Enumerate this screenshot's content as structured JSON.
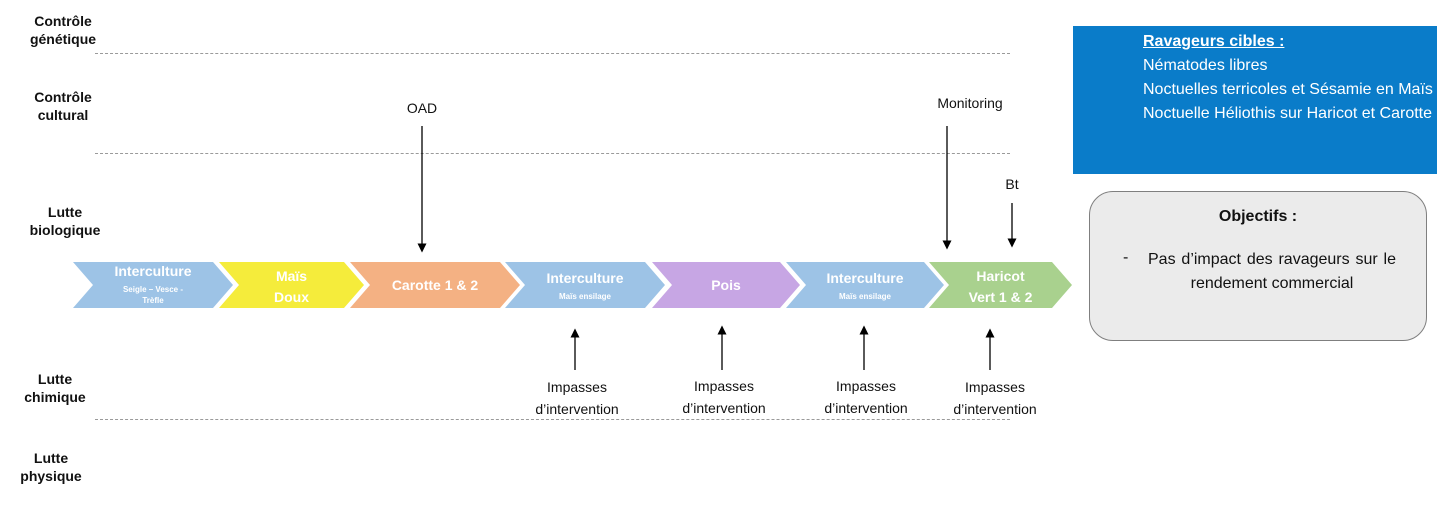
{
  "row_labels": [
    {
      "line1": "Contrôle",
      "line2": "génétique"
    },
    {
      "line1": "Contrôle",
      "line2": "cultural"
    },
    {
      "line1": "Lutte",
      "line2": "biologique"
    },
    {
      "line1": "Lutte",
      "line2": "chimique"
    },
    {
      "line1": "Lutte",
      "line2": "physique"
    }
  ],
  "timeline": [
    {
      "title": "Interculture",
      "sub": [
        "Seigle – Vesce -",
        "Trèfle"
      ],
      "color": "#9dc3e6"
    },
    {
      "title": "Maïs",
      "title2": "Doux",
      "color": "#f5ec3b"
    },
    {
      "title": "Carotte 1 & 2",
      "color": "#f4b183"
    },
    {
      "title": "Interculture",
      "sub": [
        "Maïs ensilage"
      ],
      "color": "#9dc3e6"
    },
    {
      "title": "Pois",
      "color": "#c7a6e4"
    },
    {
      "title": "Interculture",
      "sub": [
        "Maïs ensilage"
      ],
      "color": "#9dc3e6"
    },
    {
      "title": "Haricot",
      "title2": "Vert 1 & 2",
      "color": "#a9d18e"
    }
  ],
  "annotations": {
    "oad": "OAD",
    "monitoring": "Monitoring",
    "bt": "Bt",
    "impasses_line1": "Impasses",
    "impasses_line2": "d’intervention"
  },
  "target_pests": {
    "title": "Ravageurs cibles :",
    "items": [
      "Nématodes libres",
      "Noctuelles terricoles et Sésamie en Maïs",
      "Noctuelle Héliothis sur Haricot et Carotte"
    ]
  },
  "objectives": {
    "title": "Objectifs :",
    "bullet": "-",
    "text": "Pas d’impact des ravageurs sur le rendement commercial"
  }
}
